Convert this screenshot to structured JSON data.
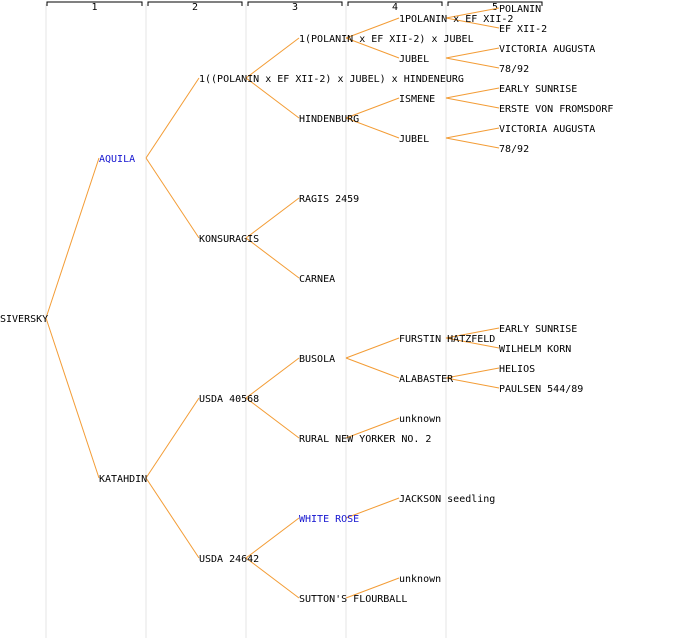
{
  "colors": {
    "line": "#f39c35",
    "text": "#000000",
    "link": "#1515d0",
    "gen_line": "#000000",
    "col_line": "#e4e4e4"
  },
  "generations": [
    "1",
    "2",
    "3",
    "4",
    "5"
  ],
  "nodes": [
    {
      "id": "n1",
      "label": "SIVERSKY",
      "gen": 0,
      "row": 15.5
    },
    {
      "id": "n2",
      "label": "AQUILA",
      "gen": 1,
      "row": 7.5,
      "link": true
    },
    {
      "id": "n3",
      "label": "KATAHDIN",
      "gen": 1,
      "row": 23.5
    },
    {
      "id": "n4",
      "label": "1((POLANIN x EF XII-2) x JUBEL) x HINDENEURG",
      "gen": 2,
      "row": 3.5
    },
    {
      "id": "n5",
      "label": "KONSURAGIS",
      "gen": 2,
      "row": 11.5
    },
    {
      "id": "n6",
      "label": "USDA 40568",
      "gen": 2,
      "row": 19.5
    },
    {
      "id": "n7",
      "label": "USDA 24642",
      "gen": 2,
      "row": 27.5
    },
    {
      "id": "n8",
      "label": "1(POLANIN x EF XII-2) x JUBEL",
      "gen": 3,
      "row": 1.5
    },
    {
      "id": "n9",
      "label": "HINDENBURG",
      "gen": 3,
      "row": 5.5
    },
    {
      "id": "n10",
      "label": "RAGIS 2459",
      "gen": 3,
      "row": 9.5
    },
    {
      "id": "n11",
      "label": "CARNEA",
      "gen": 3,
      "row": 13.5
    },
    {
      "id": "n12",
      "label": "BUSOLA",
      "gen": 3,
      "row": 17.5
    },
    {
      "id": "n13",
      "label": "RURAL NEW YORKER NO. 2",
      "gen": 3,
      "row": 21.5
    },
    {
      "id": "n14",
      "label": "WHITE ROSE",
      "gen": 3,
      "row": 25.5,
      "link": true
    },
    {
      "id": "n15",
      "label": "SUTTON'S FLOURBALL",
      "gen": 3,
      "row": 29.5
    },
    {
      "id": "n16",
      "label": "1POLANIN x EF XII-2",
      "gen": 4,
      "row": 0.5
    },
    {
      "id": "n17",
      "label": "JUBEL",
      "gen": 4,
      "row": 2.5
    },
    {
      "id": "n18",
      "label": "ISMENE",
      "gen": 4,
      "row": 4.5
    },
    {
      "id": "n19",
      "label": "JUBEL",
      "gen": 4,
      "row": 6.5
    },
    {
      "id": "n20",
      "label": "FURSTIN HATZFELD",
      "gen": 4,
      "row": 16.5
    },
    {
      "id": "n21",
      "label": "ALABASTER",
      "gen": 4,
      "row": 18.5
    },
    {
      "id": "n22",
      "label": "unknown",
      "gen": 4,
      "row": 20.5
    },
    {
      "id": "n23",
      "label": "JACKSON seedling",
      "gen": 4,
      "row": 24.5
    },
    {
      "id": "n24",
      "label": "unknown",
      "gen": 4,
      "row": 28.5
    },
    {
      "id": "n25",
      "label": "POLANIN",
      "gen": 5,
      "row": 0
    },
    {
      "id": "n26",
      "label": "EF XII-2",
      "gen": 5,
      "row": 1
    },
    {
      "id": "n27",
      "label": "VICTORIA AUGUSTA",
      "gen": 5,
      "row": 2
    },
    {
      "id": "n28",
      "label": "78/92",
      "gen": 5,
      "row": 3
    },
    {
      "id": "n29",
      "label": "EARLY SUNRISE",
      "gen": 5,
      "row": 4
    },
    {
      "id": "n30",
      "label": "ERSTE VON FROMSDORF",
      "gen": 5,
      "row": 5
    },
    {
      "id": "n31",
      "label": "VICTORIA AUGUSTA",
      "gen": 5,
      "row": 6
    },
    {
      "id": "n32",
      "label": "78/92",
      "gen": 5,
      "row": 7
    },
    {
      "id": "n33",
      "label": "EARLY SUNRISE",
      "gen": 5,
      "row": 16
    },
    {
      "id": "n34",
      "label": "WILHELM KORN",
      "gen": 5,
      "row": 17
    },
    {
      "id": "n35",
      "label": "HELIOS",
      "gen": 5,
      "row": 18
    },
    {
      "id": "n36",
      "label": "PAULSEN 544/89",
      "gen": 5,
      "row": 19
    }
  ],
  "edges": [
    [
      "n1",
      "n2"
    ],
    [
      "n1",
      "n3"
    ],
    [
      "n2",
      "n4"
    ],
    [
      "n2",
      "n5"
    ],
    [
      "n3",
      "n6"
    ],
    [
      "n3",
      "n7"
    ],
    [
      "n4",
      "n8"
    ],
    [
      "n4",
      "n9"
    ],
    [
      "n5",
      "n10"
    ],
    [
      "n5",
      "n11"
    ],
    [
      "n6",
      "n12"
    ],
    [
      "n6",
      "n13"
    ],
    [
      "n7",
      "n14"
    ],
    [
      "n7",
      "n15"
    ],
    [
      "n8",
      "n16"
    ],
    [
      "n8",
      "n17"
    ],
    [
      "n9",
      "n18"
    ],
    [
      "n9",
      "n19"
    ],
    [
      "n12",
      "n20"
    ],
    [
      "n12",
      "n21"
    ],
    [
      "n13",
      "n22"
    ],
    [
      "n14",
      "n23"
    ],
    [
      "n15",
      "n24"
    ],
    [
      "n16",
      "n25"
    ],
    [
      "n16",
      "n26"
    ],
    [
      "n17",
      "n27"
    ],
    [
      "n17",
      "n28"
    ],
    [
      "n18",
      "n29"
    ],
    [
      "n18",
      "n30"
    ],
    [
      "n19",
      "n31"
    ],
    [
      "n19",
      "n32"
    ],
    [
      "n20",
      "n33"
    ],
    [
      "n20",
      "n34"
    ],
    [
      "n21",
      "n35"
    ],
    [
      "n21",
      "n36"
    ]
  ]
}
